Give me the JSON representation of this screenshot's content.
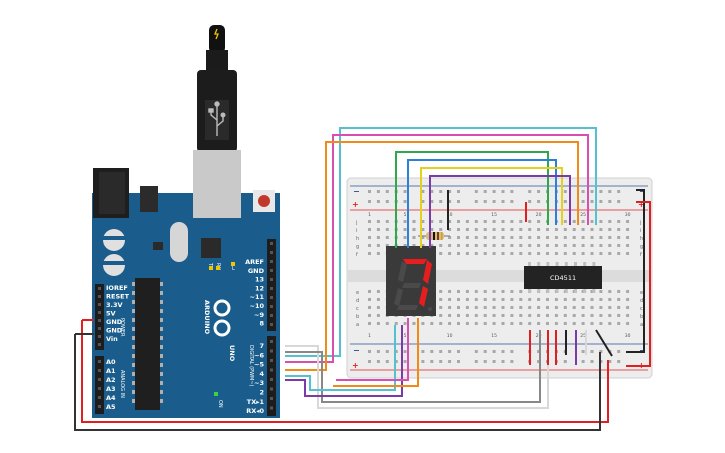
{
  "colors": {
    "board": "#1a5d8c",
    "board_dark": "#124a72",
    "breadboard": "#f2f2f2",
    "rail_red": "#e02020",
    "rail_blue": "#2a4f9a",
    "ic": "#222222",
    "segment_on": "#e81e1e",
    "segment_off": "#4a4a4a"
  },
  "arduino": {
    "brand": "ARDUINO",
    "model": "UNO",
    "digital_label": "DIGITAL (PWM~)",
    "on_label": "ON",
    "tx_label": "TX",
    "rx_label": "RX",
    "l_label": "L",
    "power_label": "POWER",
    "analog_label": "ANALOG IN",
    "power_pins": [
      "IOREF",
      "RESET",
      "3.3V",
      "5V",
      "GND",
      "GND",
      "Vin"
    ],
    "analog_pins": [
      "A0",
      "A1",
      "A2",
      "A3",
      "A4",
      "A5"
    ],
    "top_pins": [
      "AREF",
      "GND",
      "13",
      "12",
      "~11",
      "~10",
      "~9",
      "8"
    ],
    "bottom_pins": [
      "7",
      "~6",
      "~5",
      "4",
      "~3",
      "2",
      "TX▸1",
      "RX◂0"
    ]
  },
  "breadboard": {
    "row_letters_top": [
      "j",
      "i",
      "h",
      "g",
      "f"
    ],
    "row_letters_bottom": [
      "e",
      "d",
      "c",
      "b",
      "a"
    ],
    "column_numbers": [
      "1",
      "5",
      "10",
      "15",
      "20",
      "25",
      "30"
    ],
    "minus": "−",
    "plus": "+"
  },
  "ic": {
    "label": "CD4511"
  },
  "display": {
    "digit": "7"
  },
  "icons": {
    "usb_plug": "usb-cable-icon",
    "power_jack": "dc-barrel-jack-icon",
    "reset": "reset-button-icon"
  }
}
